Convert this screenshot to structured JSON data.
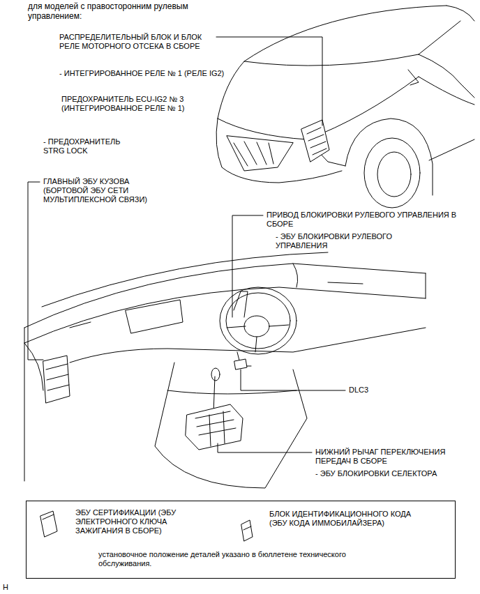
{
  "diagram": {
    "title": "для моделей с правосторонним рулевым управлением:",
    "nodes": [
      {
        "text": [
          "ЭБУ СЕРТИФИКАЦИИ (ЭБУ ЭЛЕКТРОННОГО КЛЮЧА ЗАЖИГАНИЯ В СБОРЕ)",
          "БЛОК ИДЕНТИФИКАЦИОННОГО КОДА (ЭБУ КОДА ИММОБИЛАЙЗЕРА)",
          "установочное положение деталей указано в бюллетене технического обслуживания."
        ]
      }
    ],
    "edges": [],
    "labels": [
      "РАСПРЕДЕЛИТЕЛЬНЫЙ БЛОК И БЛОК РЕЛЕ МОТОРНОГО ОТСЕКА В СБОРЕ",
      "- ИНТЕГРИРОВАННОЕ РЕЛЕ № 1 (РЕЛЕ IG2)",
      "ПРЕДОХРАНИТЕЛЬ ECU-IG2 № 3 (ИНТЕГРИРОВАННОЕ РЕЛЕ № 1)",
      "- ПРЕДОХРАНИТЕЛЬ STRG LOCK",
      "ГЛАВНЫЙ ЭБУ КУЗОВА (БОРТОВОЙ ЭБУ СЕТИ МУЛЬТИПЛЕКСНОЙ СВЯЗИ)",
      "ПРИВОД БЛОКИРОВКИ РУЛЕВОГО УПРАВЛЕНИЯ В СБОРЕ",
      "- ЭБУ БЛОКИРОВКИ РУЛЕВОГО УПРАВЛЕНИЯ",
      "DLC3",
      "НИЖНИЙ РЫЧАГ ПЕРЕКЛЮЧЕНИЯ ПЕРЕДАЧ В СБОРЕ",
      "- ЭБУ БЛОКИРОВКИ СЕЛЕКТОРА",
      "H"
    ]
  }
}
